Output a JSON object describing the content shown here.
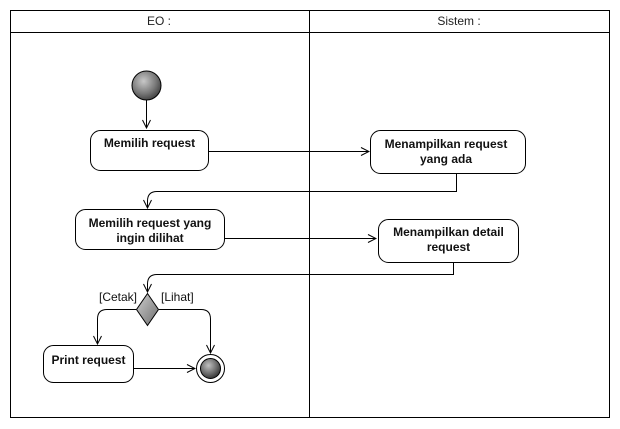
{
  "swimlanes": [
    {
      "id": "eo",
      "title": "EO :"
    },
    {
      "id": "sistem",
      "title": "Sistem :"
    }
  ],
  "activities": {
    "memilih_request": {
      "lines": [
        "Memilih request"
      ]
    },
    "menampilkan_request": {
      "lines": [
        "Menampilkan request",
        "yang ada"
      ]
    },
    "memilih_request_dilihat": {
      "lines": [
        "Memilih request yang",
        "ingin dilihat"
      ]
    },
    "menampilkan_detail": {
      "lines": [
        "Menampilkan detail",
        "request"
      ]
    },
    "print_request": {
      "lines": [
        "Print request"
      ]
    }
  },
  "guards": {
    "cetak": "[Cetak]",
    "lihat": "[Lihat]"
  }
}
